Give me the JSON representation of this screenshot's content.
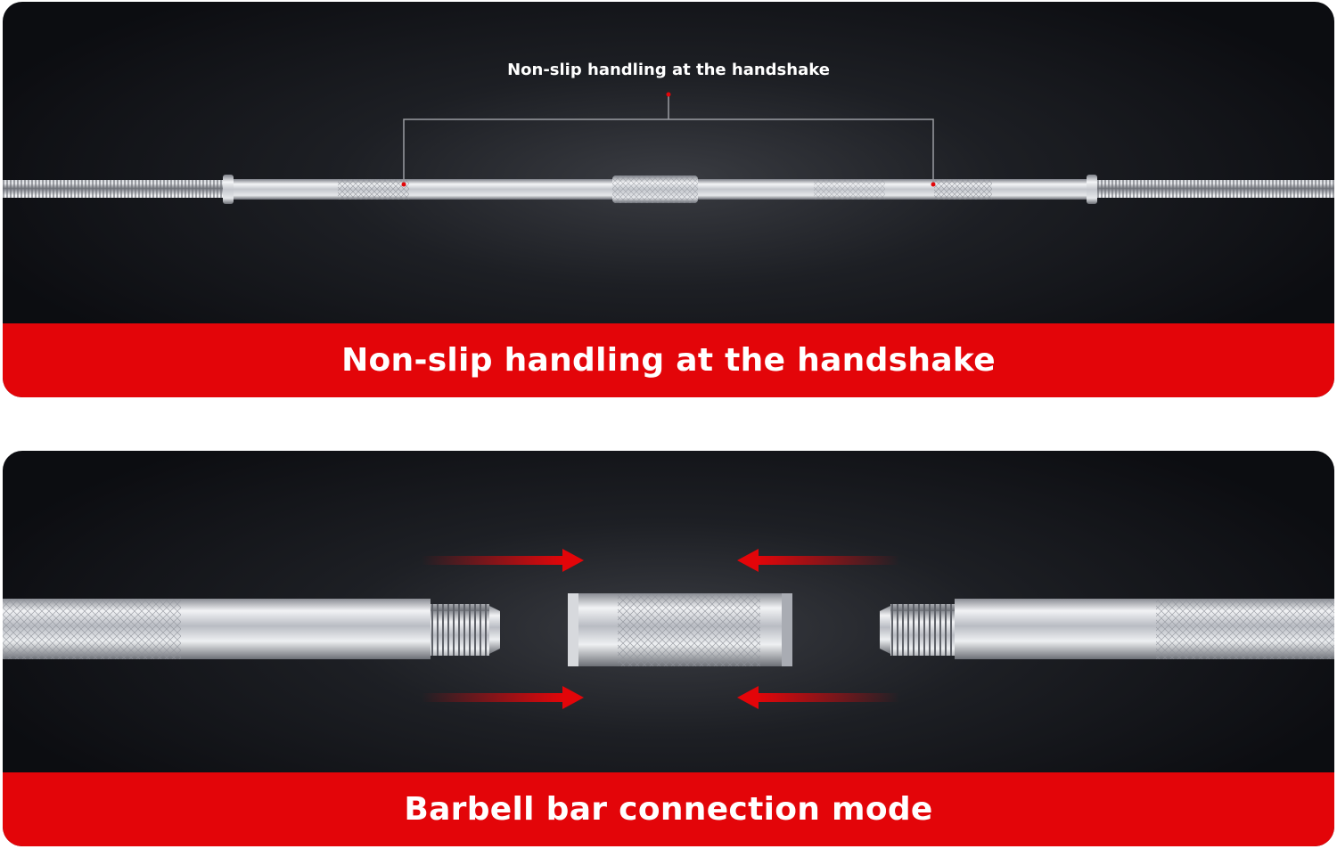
{
  "panel_top": {
    "callout_label": "Non-slip handling at the handshake",
    "banner_title": "Non-slip handling at the handshake"
  },
  "panel_bottom": {
    "banner_title": "Barbell bar connection mode"
  },
  "colors": {
    "banner_red": "#e30509",
    "background_dark": "#0c0d11",
    "arrow_red": "#e30509",
    "chrome": "#c9ccd2"
  }
}
